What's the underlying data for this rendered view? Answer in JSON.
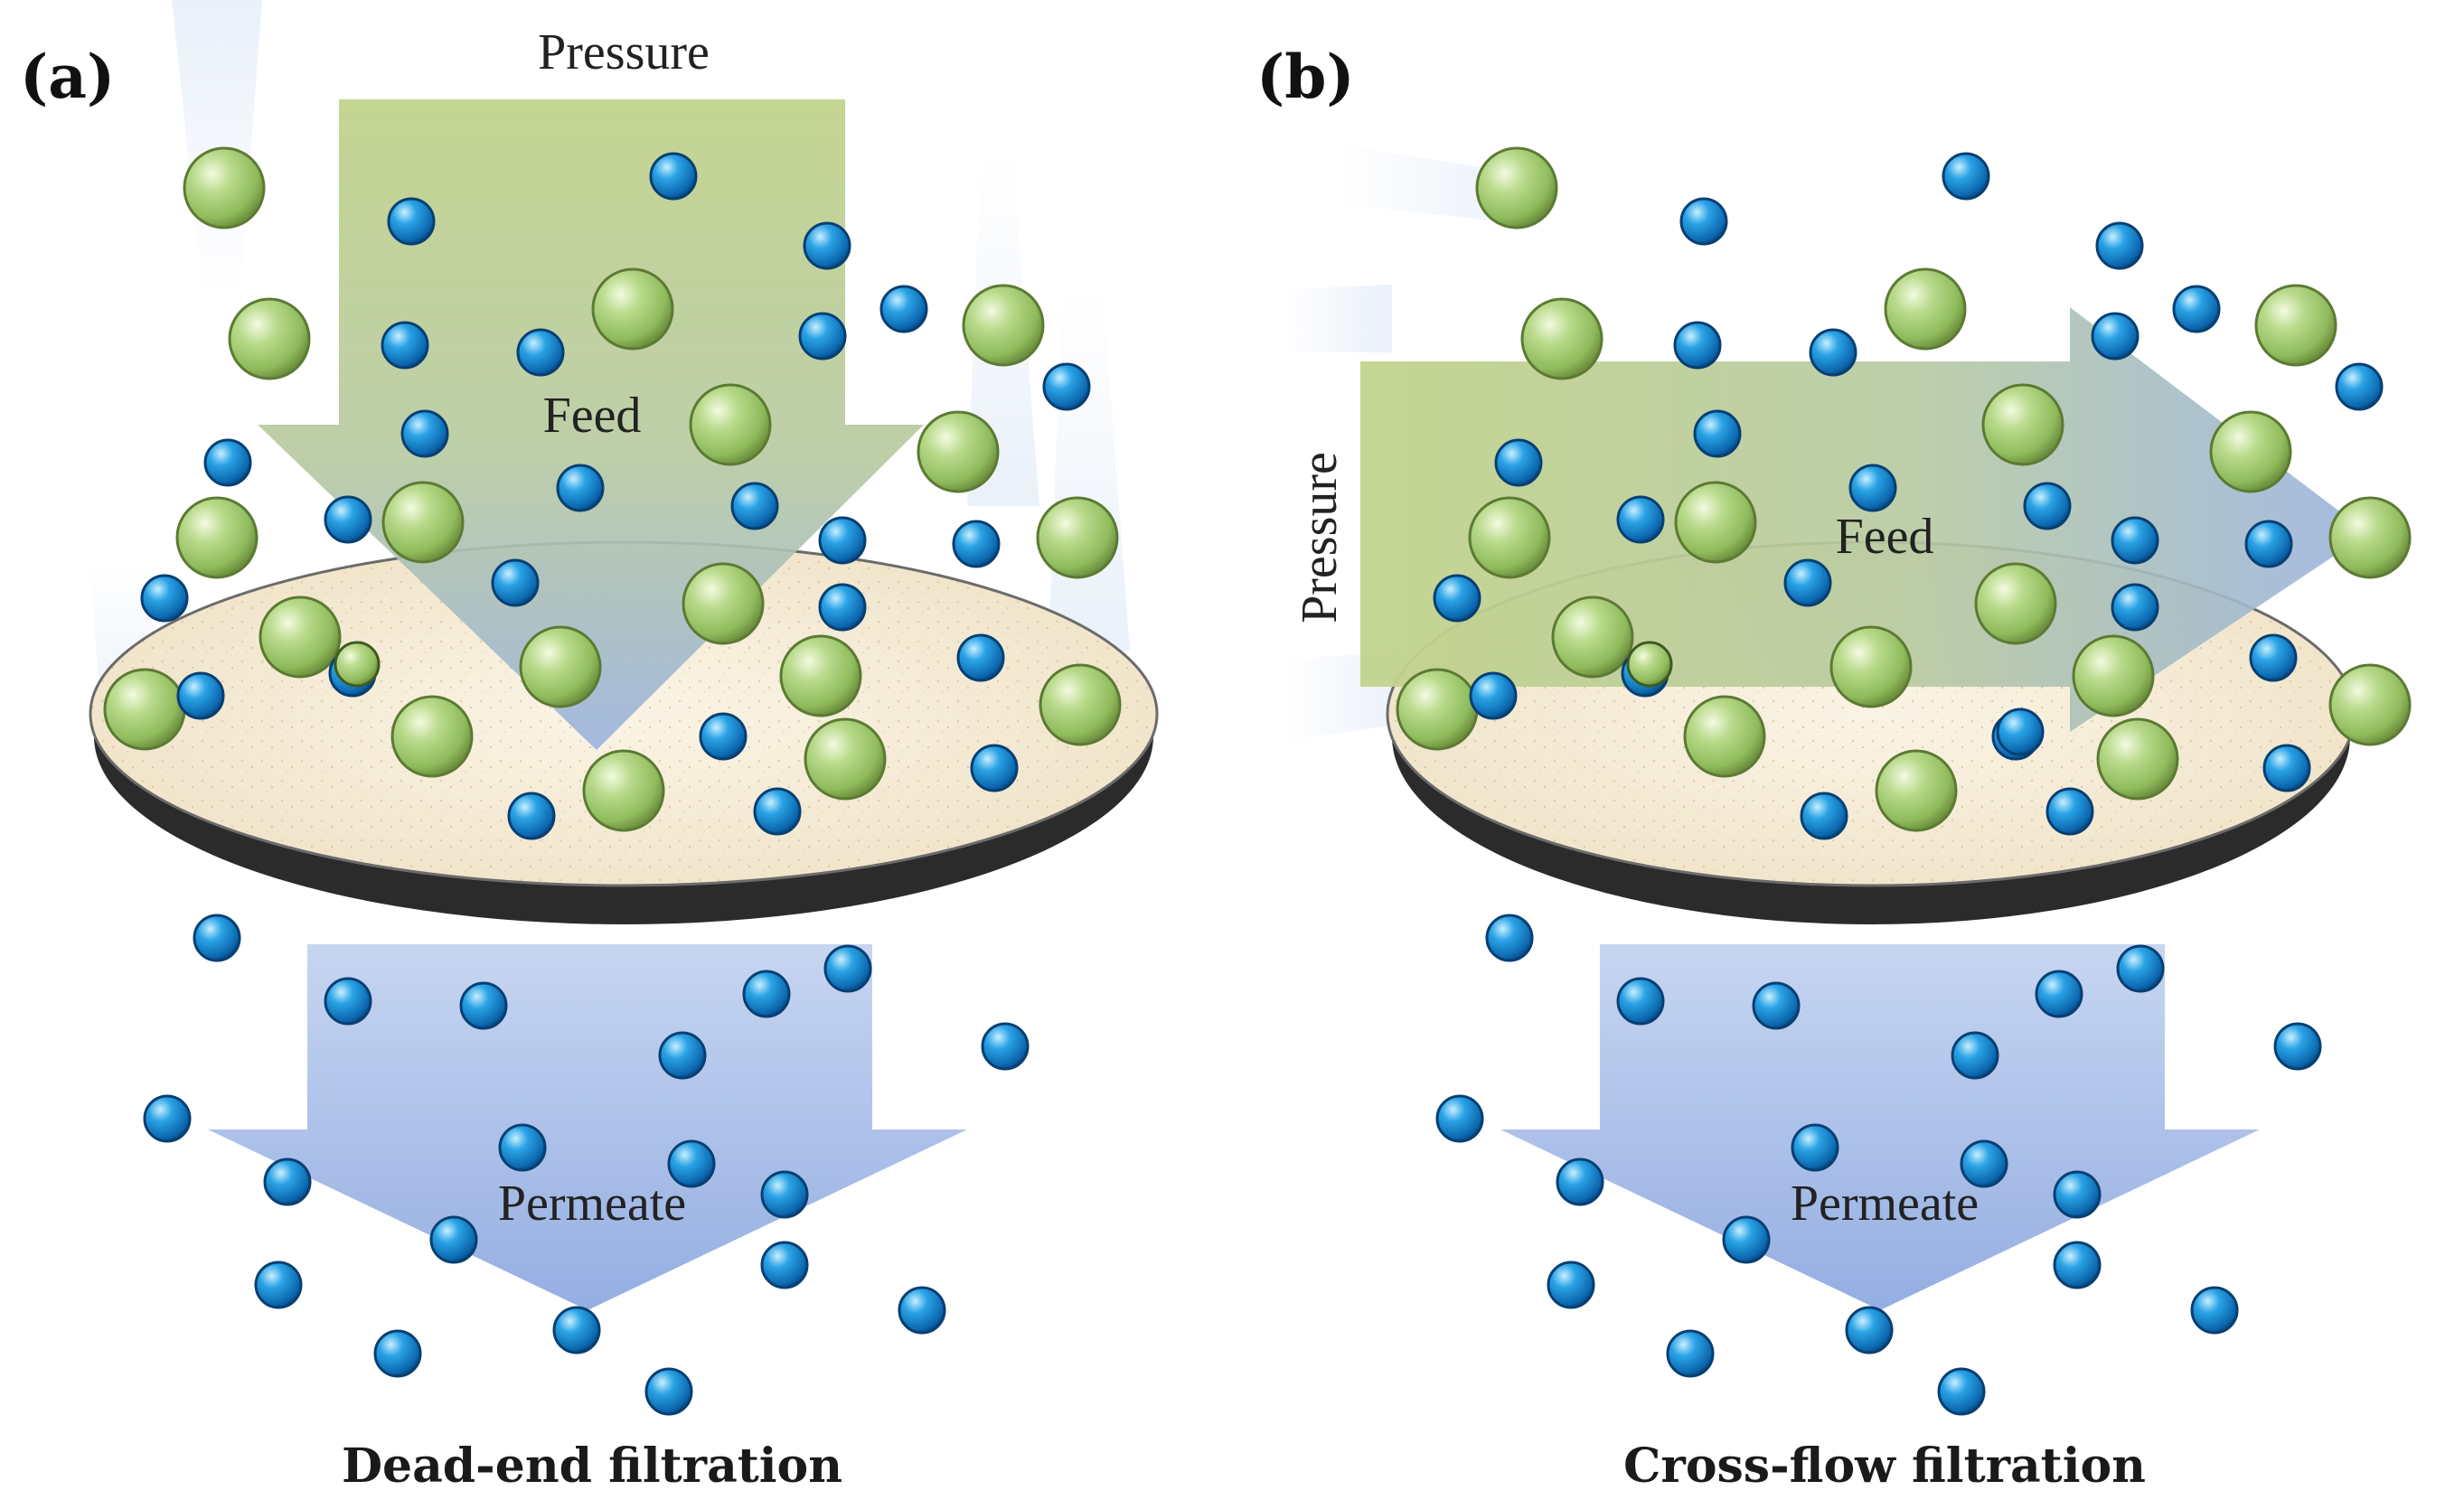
{
  "panels": [
    {
      "tag": "(a)",
      "pressure_label": "Pressure",
      "feed_label": "Feed",
      "permeate_label": "Permeate",
      "caption": "Dead-end filtration"
    },
    {
      "tag": "(b)",
      "pressure_label": "Pressure",
      "feed_label": "Feed",
      "permeate_label": "Permeate",
      "caption": "Cross-flow filtration"
    }
  ],
  "colors": {
    "large_particle": "#a9cf7a",
    "small_particle": "#1e8fd6",
    "membrane_surface": "#f6ecd8",
    "membrane_edge": "#2b2b2b",
    "feed_arrow_top": "#c3d48e",
    "feed_arrow_bottom": "#9fb4dd",
    "permeate_arrow": "#9eb6e4"
  },
  "icons": {
    "large_particle": "retained-particle-icon",
    "small_particle": "permeating-particle-icon"
  }
}
